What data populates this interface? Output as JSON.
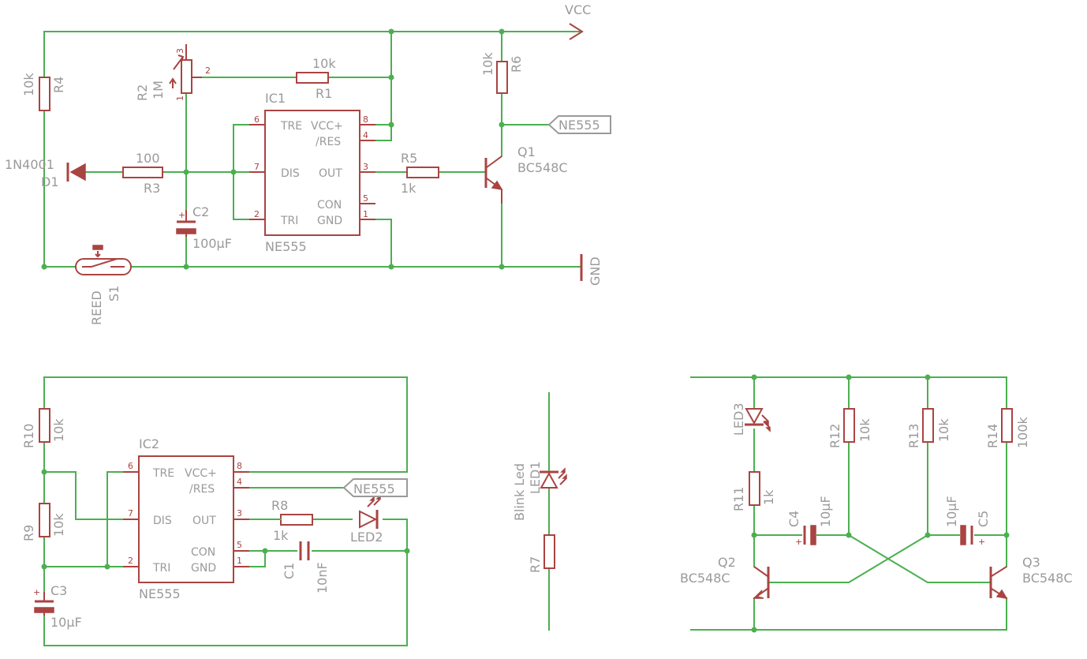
{
  "labels": {
    "vcc": "VCC",
    "gnd": "GND",
    "r4_name": "R4",
    "r4_val": "10k",
    "r2_name": "R2",
    "r2_val": "1M",
    "r1_name": "R1",
    "r1_val": "10k",
    "r6_name": "R6",
    "r6_val": "10k",
    "r3_name": "R3",
    "r3_val": "100",
    "r5_name": "R5",
    "r5_val": "1k",
    "d1_name": "D1",
    "d1_val": "1N4001",
    "c2_name": "C2",
    "c2_val": "100µF",
    "q1_name": "Q1",
    "q1_val": "BC548C",
    "s1_name": "S1",
    "s1_val": "REED",
    "ic1_name": "IC1",
    "ic1_val": "NE555",
    "ic2_name": "IC2",
    "ic2_val": "NE555",
    "ne555_tag1": "NE555",
    "ne555_tag2": "NE555",
    "r10_name": "R10",
    "r10_val": "10k",
    "r9_name": "R9",
    "r9_val": "10k",
    "c3_name": "C3",
    "c3_val": "10µF",
    "r8_name": "R8",
    "r8_val": "1k",
    "led2_name": "LED2",
    "c1_name": "C1",
    "c1_val": "10nF",
    "led1_name": "LED1",
    "led1_val": "Blink Led",
    "r7_name": "R7",
    "led3_name": "LED3",
    "r11_name": "R11",
    "r11_val": "1k",
    "r12_name": "R12",
    "r12_val": "10k",
    "r13_name": "R13",
    "r13_val": "10k",
    "r14_name": "R14",
    "r14_val": "100k",
    "c4_name": "C4",
    "c4_val": "10µF",
    "c5_name": "C5",
    "c5_val": "10µF",
    "q2_name": "Q2",
    "q2_val": "BC548C",
    "q3_name": "Q3",
    "q3_val": "BC548C",
    "pin_tre": "TRE",
    "pin_vcc": "VCC+",
    "pin_res": "/RES",
    "pin_dis": "DIS",
    "pin_out": "OUT",
    "pin_con": "CON",
    "pin_tri": "TRI",
    "pin_gnd": "GND",
    "pin_plus": "+"
  },
  "pin_numbers": {
    "p1": "1",
    "p2": "2",
    "p3": "3",
    "p4": "4",
    "p5": "5",
    "p6": "6",
    "p7": "7",
    "p8": "8"
  },
  "colors": {
    "wire": "#4caf50",
    "part": "#a94442",
    "text": "#9a9a9a"
  }
}
